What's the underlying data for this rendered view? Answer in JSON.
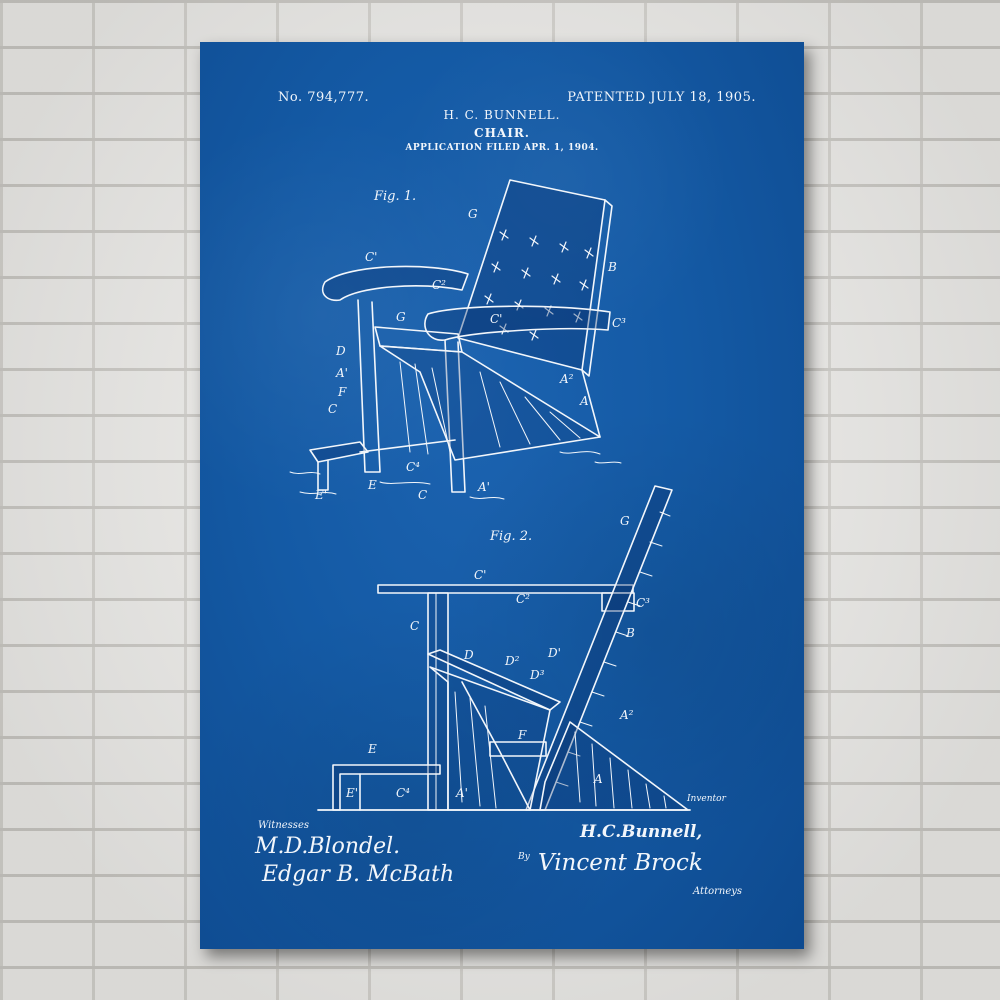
{
  "header": {
    "patent_number": "No. 794,777.",
    "patent_date": "PATENTED JULY 18, 1905.",
    "inventor": "H. C. BUNNELL.",
    "title": "CHAIR.",
    "filed": "APPLICATION FILED APR. 1, 1904."
  },
  "figures": {
    "fig1_label": "Fig. 1.",
    "fig2_label": "Fig. 2.",
    "fig1_refs": [
      "G",
      "B",
      "C'",
      "C²",
      "G",
      "C'",
      "C³",
      "D",
      "A'",
      "F",
      "C",
      "A²",
      "A",
      "C⁴",
      "E",
      "E'",
      "C",
      "A'"
    ],
    "fig2_refs": [
      "G",
      "C'",
      "C²",
      "C³",
      "C",
      "B",
      "D",
      "D²",
      "D'",
      "D³",
      "F",
      "A²",
      "E",
      "E'",
      "C⁴",
      "A'",
      "A"
    ]
  },
  "footer": {
    "witnesses_label": "Witnesses",
    "witness_1": "M.D.Blondel.",
    "witness_2": "Edgar B. McBath",
    "inventor_label": "Inventor",
    "inventor_signature": "H.C.Bunnell,",
    "by_label": "By",
    "attorney_signature": "Vincent Brock",
    "attorneys_label": "Attorneys"
  },
  "colors": {
    "poster_blue": "#145aa5",
    "line_white": "#f2f6fb",
    "wall": "#ecebe8"
  }
}
